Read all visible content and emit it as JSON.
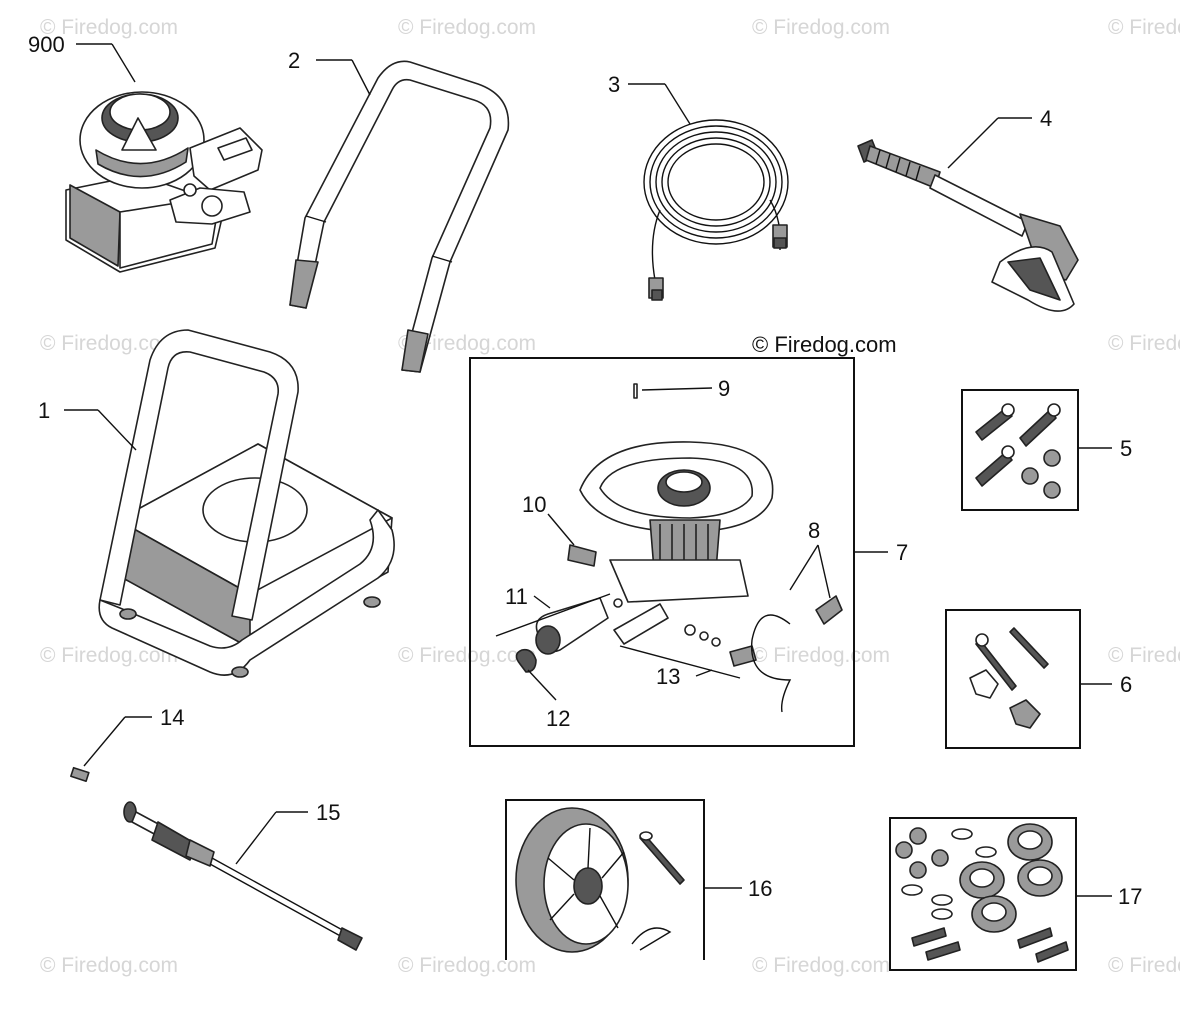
{
  "copyright": "© Firedog.com",
  "watermark": "© Firedog.com",
  "callouts": {
    "engine": "900",
    "frame": "1",
    "handle": "2",
    "hose": "3",
    "spray_gun": "4",
    "hardware_bolts": "5",
    "hardware_handle": "6",
    "pump_assembly": "7",
    "pump_hose": "8",
    "pin": "9",
    "unloader_valve": "10",
    "inlet_adapter": "11",
    "filter_screen": "12",
    "outlet_fittings": "13",
    "nozzle_tip": "14",
    "wand": "15",
    "wheel_kit": "16",
    "hardware_wheels": "17"
  }
}
